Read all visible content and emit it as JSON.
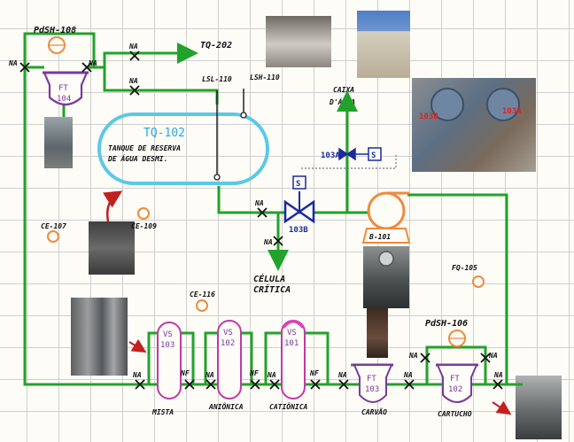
{
  "instruments": {
    "pdsh108": "PdSH-108",
    "tq202": "TQ-202",
    "lsl110": "LSL-110",
    "lsh110": "LSH-110",
    "caixa_line1": "CAIXA",
    "caixa_line2": "D'ÁGUA",
    "ce107": "CE-107",
    "ce109": "CE-109",
    "ce116": "CE-116",
    "fq105": "FQ-105",
    "pdsh106": "PdSH-106"
  },
  "tank": {
    "id": "TQ-102",
    "desc_line1": "TANQUE DE RESERVA",
    "desc_line2": "DE ÁGUA DESMI."
  },
  "valves": {
    "v103a": "103A",
    "v103b": "103B",
    "s_label": "S"
  },
  "pump": {
    "label": "B-101"
  },
  "filters": {
    "ft104_a": "FT",
    "ft104_b": "104",
    "ft103_a": "FT",
    "ft103_b": "103",
    "ft102_a": "FT",
    "ft102_b": "102"
  },
  "vessels": {
    "vs103_a": "VS",
    "vs103_b": "103",
    "vs102_a": "VS",
    "vs102_b": "102",
    "vs101_a": "VS",
    "vs101_b": "101"
  },
  "captions": {
    "celula_line1": "CÉLULA",
    "celula_line2": "CRÍTICA",
    "mista": "MISTA",
    "anionica": "ANIÔNICA",
    "cationica": "CATIÔNICA",
    "carvao": "CARVÃO",
    "cartucho": "CARTUCHO"
  },
  "valve_state": {
    "na": "NA",
    "nf": "NF"
  },
  "photo_labels": {
    "p1": "103B",
    "p2": "103A"
  },
  "colors": {
    "pipe": "#22a22a",
    "tank": "#5bc8e8",
    "instrument": "#f08a3c",
    "valve": "#1b2a9e",
    "vessel": "#c03aa8",
    "filter": "#7a3aa0",
    "arrow": "#c4201e"
  }
}
